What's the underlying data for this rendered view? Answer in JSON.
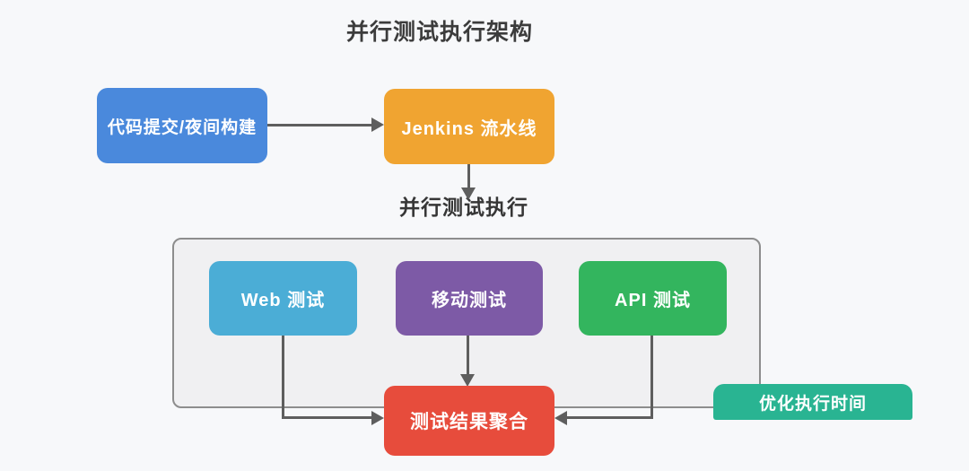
{
  "diagram": {
    "title": "并行测试执行架构",
    "section_label": "并行测试执行",
    "nodes": {
      "code_commit": {
        "label": "代码提交/夜间构建",
        "color": "#4a89dc"
      },
      "jenkins": {
        "label": "Jenkins 流水线",
        "color": "#f0a431"
      },
      "web_test": {
        "label": "Web 测试",
        "color": "#4badd6"
      },
      "mobile_test": {
        "label": "移动测试",
        "color": "#7d5aa6"
      },
      "api_test": {
        "label": "API 测试",
        "color": "#33b55e"
      },
      "result_agg": {
        "label": "测试结果聚合",
        "color": "#e74c3c"
      },
      "optimize": {
        "label": "优化执行时间",
        "color": "#29b492"
      }
    },
    "edges": [
      {
        "from": "code_commit",
        "to": "jenkins"
      },
      {
        "from": "jenkins",
        "to": "parallel_test_section"
      },
      {
        "from": "web_test",
        "to": "result_agg"
      },
      {
        "from": "mobile_test",
        "to": "result_agg"
      },
      {
        "from": "api_test",
        "to": "result_agg"
      }
    ],
    "line_color": "#5e5e5e"
  }
}
